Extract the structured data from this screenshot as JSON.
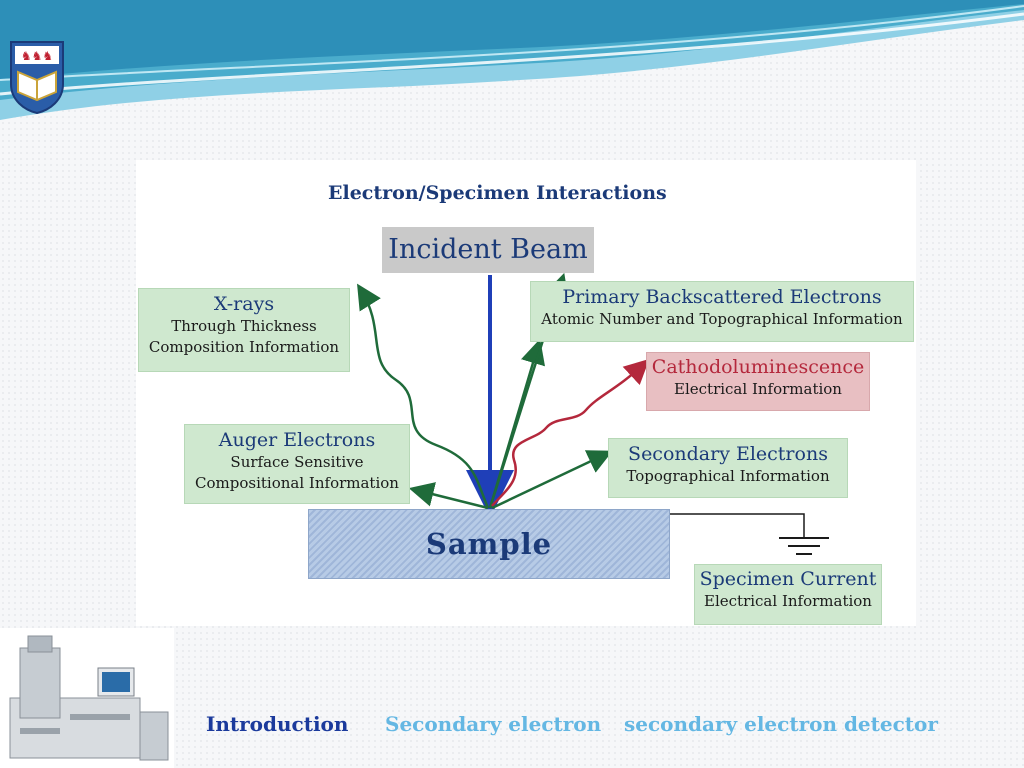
{
  "diagram": {
    "title": "Electron/Specimen Interactions",
    "incident_beam": "Incident Beam",
    "sample": "Sample",
    "boxes": {
      "xrays": {
        "title": "X-rays",
        "line1": "Through Thickness",
        "line2": "Composition Information"
      },
      "backscatter": {
        "title": "Primary Backscattered Electrons",
        "line1": "Atomic Number and Topographical Information"
      },
      "cathodo": {
        "title": "Cathodoluminescence",
        "line1": "Electrical Information"
      },
      "auger": {
        "title": "Auger Electrons",
        "line1": "Surface Sensitive",
        "line2": "Compositional Information"
      },
      "secondary": {
        "title": "Secondary Electrons",
        "line1": "Topographical Information"
      },
      "current": {
        "title": "Specimen Current",
        "line1": "Electrical Information"
      }
    }
  },
  "nav": {
    "introduction": "Introduction",
    "secondary_electron": "Secondary electron",
    "detector": "secondary electron detector"
  },
  "colors": {
    "green_box": "#cfe8cf",
    "pink_box": "#e8bfc2",
    "arrow_green": "#1f6b3a",
    "arrow_red": "#b4283c",
    "beam_blue": "#1f3fb8"
  }
}
